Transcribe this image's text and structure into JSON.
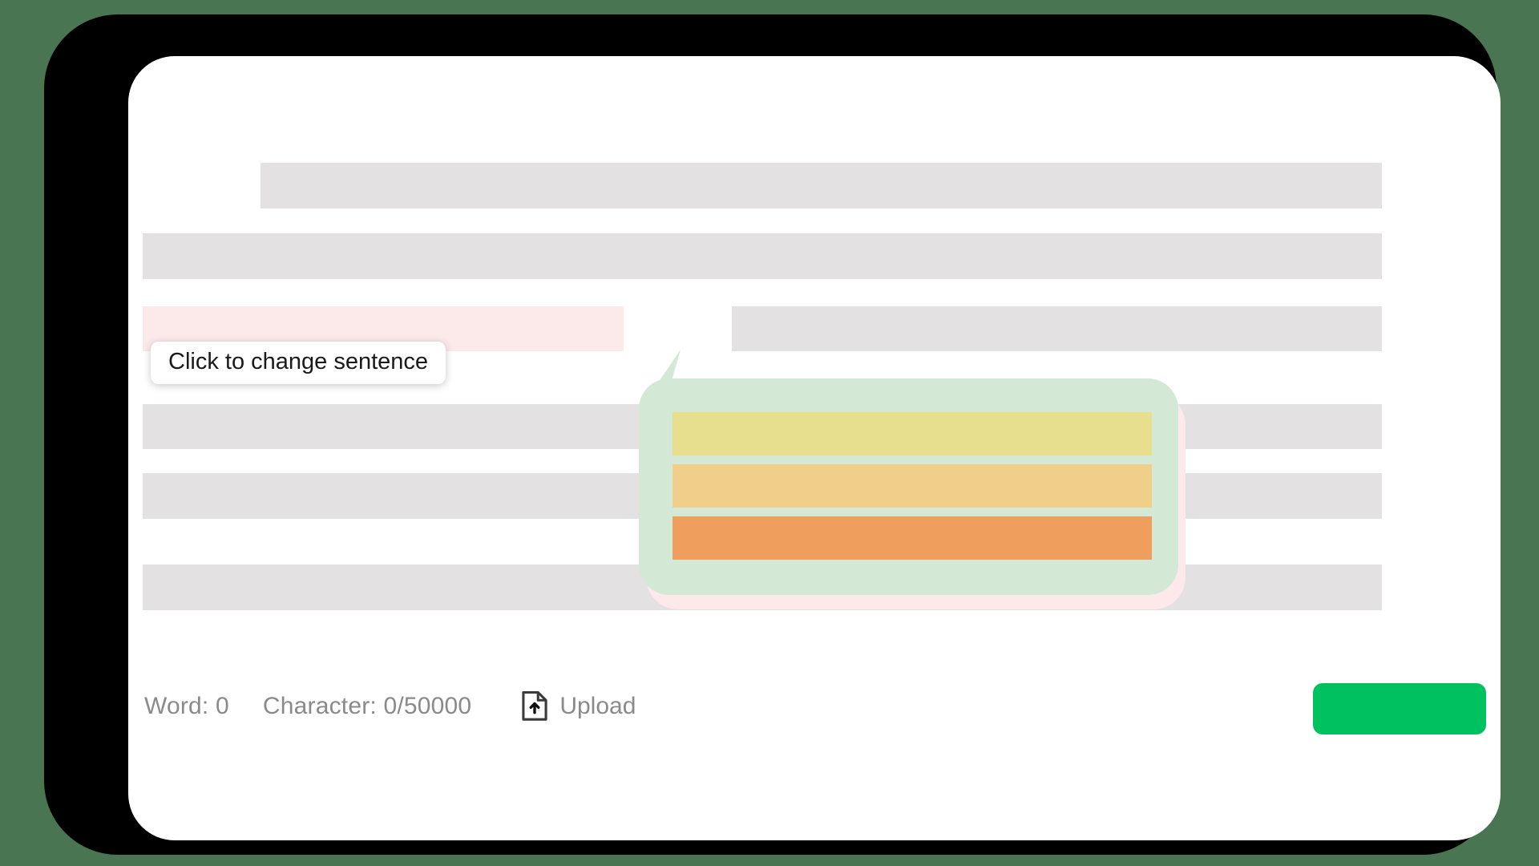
{
  "theme": {
    "page_background": "#4a7553",
    "bezel": "#000000",
    "screen": "#ffffff",
    "skeleton_gray": "#e3e1e2",
    "highlight_pink": "#fce9ea",
    "popup_mint": "#d3e8d5",
    "popup_glow_pink": "#fde8ea",
    "primary_green": "#00c160",
    "muted_text": "#8a8a8a",
    "tooltip_text": "#1a1a1a"
  },
  "editor": {
    "skeleton_lines": [
      {
        "id": "line-1",
        "label": "placeholder-line-1"
      },
      {
        "id": "line-2",
        "label": "placeholder-line-2"
      },
      {
        "id": "line-3-right",
        "label": "placeholder-line-3-right"
      },
      {
        "id": "line-4",
        "label": "placeholder-line-4"
      },
      {
        "id": "line-5",
        "label": "placeholder-line-5"
      },
      {
        "id": "line-6",
        "label": "placeholder-line-6"
      }
    ],
    "selected_sentence": {
      "state": "highlighted",
      "color": "#fce9ea"
    }
  },
  "tooltip": {
    "text": "Click to change sentence",
    "visible": true,
    "pointer": "none"
  },
  "suggestion_popup": {
    "visible": true,
    "pointer_direction": "up-left",
    "card_color": "#d3e8d5",
    "glow_color": "#fde8ea",
    "options": [
      {
        "index": 1,
        "color": "#e8df8e",
        "label": "suggestion-option-1"
      },
      {
        "index": 2,
        "color": "#f0cf8a",
        "label": "suggestion-option-2"
      },
      {
        "index": 3,
        "color": "#ef9e5e",
        "label": "suggestion-option-3"
      }
    ]
  },
  "status_bar": {
    "word_count": "Word: 0",
    "character_count": "Character: 0/50000",
    "upload": {
      "icon": "upload-file-icon",
      "label": "Upload"
    }
  },
  "primary_action": {
    "label": "",
    "color": "#00c160"
  }
}
